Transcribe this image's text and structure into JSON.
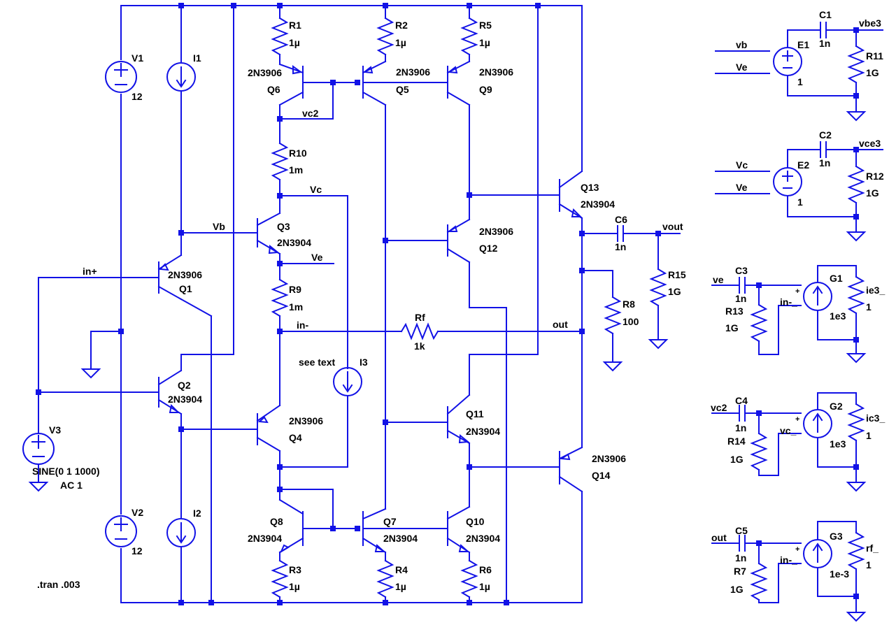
{
  "colors": {
    "wire": "#1212e6",
    "text": "#000000",
    "background": "#ffffff"
  },
  "labels": {
    "r1": "R1",
    "r1v": "1µ",
    "r2": "R2",
    "r2v": "1µ",
    "r5": "R5",
    "r5v": "1µ",
    "r10": "R10",
    "r10v": "1m",
    "r9": "R9",
    "r9v": "1m",
    "r3": "R3",
    "r3v": "1µ",
    "r4": "R4",
    "r4v": "1µ",
    "r6": "R6",
    "r6v": "1µ",
    "rf": "Rf",
    "rfv": "1k",
    "r8": "R8",
    "r8v": "100",
    "r15": "R15",
    "r15v": "1G",
    "q6": "Q6",
    "q6m": "2N3906",
    "q5": "Q5",
    "q5m": "2N3906",
    "q9": "Q9",
    "q9m": "2N3906",
    "q3": "Q3",
    "q3m": "2N3904",
    "q1": "Q1",
    "q1m": "2N3906",
    "q2": "Q2",
    "q2m": "2N3904",
    "q12": "Q12",
    "q12m": "2N3906",
    "q13": "Q13",
    "q13m": "2N3904",
    "q11": "Q11",
    "q11m": "2N3904",
    "q4": "Q4",
    "q4m": "2N3906",
    "q14": "Q14",
    "q14m": "2N3906",
    "q8": "Q8",
    "q8m": "2N3904",
    "q7": "Q7",
    "q7m": "2N3904",
    "q10": "Q10",
    "q10m": "2N3904",
    "v1": "V1",
    "v1v": "12",
    "v2": "V2",
    "v2v": "12",
    "v3": "V3",
    "v3sine": "SINE(0 1 1000)",
    "v3ac": "AC 1",
    "i1": "I1",
    "i2": "I2",
    "i3": "I3",
    "i3note": "see text",
    "c6": "C6",
    "c6v": "1n",
    "net_vc2": "vc2",
    "net_vc": "Vc",
    "net_vb": "Vb",
    "net_ve": "Ve",
    "net_inp": "in+",
    "net_inm": "in-",
    "net_out": "out",
    "net_vout": "vout",
    "e1": "E1",
    "e1g": "1",
    "e1_vb": "vb",
    "e1_ve": "Ve",
    "c1": "C1",
    "c1v": "1n",
    "r11": "R11",
    "r11v": "1G",
    "net_vbe3": "vbe3",
    "e2": "E2",
    "e2g": "1",
    "e2_vc": "Vc",
    "e2_ve": "Ve",
    "c2": "C2",
    "c2v": "1n",
    "r12": "R12",
    "r12v": "1G",
    "net_vce3": "vce3",
    "g1": "G1",
    "g1g": "1e3",
    "g1_in": "ve",
    "c3": "C3",
    "c3v": "1n",
    "r13": "R13",
    "r13v": "1G",
    "g1_inm": "in-_",
    "net_ie3": "ie3_",
    "g1_r": "1",
    "g2": "G2",
    "g2g": "1e3",
    "g2_in": "vc2",
    "c4": "C4",
    "c4v": "1n",
    "r14": "R14",
    "r14v": "1G",
    "g2_vc": "vc_",
    "net_ic3": "ic3_",
    "g2_r": "1",
    "g3": "G3",
    "g3g": "1e-3",
    "g3_in": "out",
    "c5": "C5",
    "c5v": "1n",
    "r7": "R7",
    "r7v": "1G",
    "g3_inm": "in-_",
    "net_rf": "rf_",
    "g3_r": "1",
    "tran": ".tran .003"
  }
}
